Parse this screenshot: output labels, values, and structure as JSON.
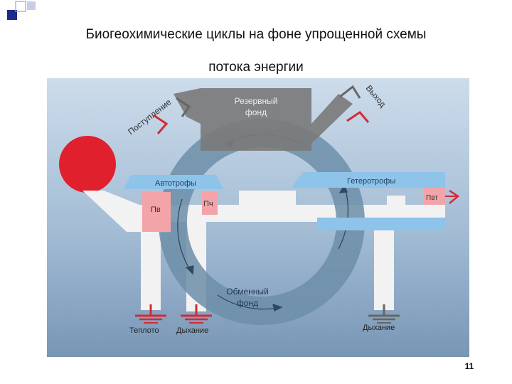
{
  "slide": {
    "title_line1": "Биогеохимические циклы на фоне упрощенной схемы",
    "title_line2": "потока энергии",
    "page_number": "11"
  },
  "diagram": {
    "reserve_fund_line1": "Резервный",
    "reserve_fund_line2": "фонд",
    "exchange_fund_line1": "Обменный",
    "exchange_fund_line2": "фонд",
    "input_label": "Поступление",
    "output_label": "Выход",
    "autotrophs": "Автотрофы",
    "heterotrophs": "Гетеротрофы",
    "pv": "Пв",
    "pch": "Пч",
    "pvt": "Пвт",
    "heat": "Теплото",
    "respiration_1": "Дыхание",
    "respiration_2": "Дыхание"
  },
  "colors": {
    "sun": "#e0202c",
    "background_top": "#c9d9e8",
    "background_bottom": "#7d9cbc",
    "flow_channel": "#f2f2f2",
    "ring": "#6d8ea8",
    "reserve_box": "#8a8a8a",
    "organism_bar": "#8ec3ea",
    "production": "#f2a4a8",
    "arrow_red": "#d42a35",
    "arrow_gray": "#666666"
  }
}
